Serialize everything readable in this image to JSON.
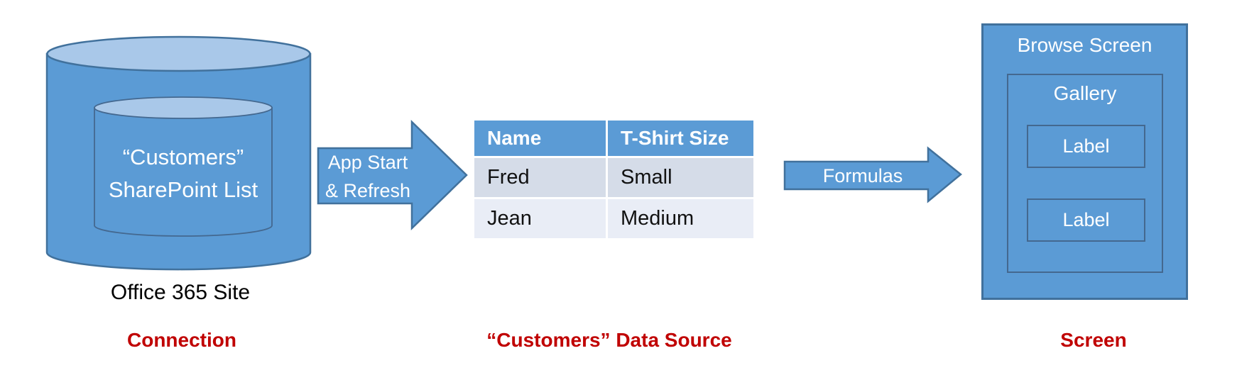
{
  "colors": {
    "shape_fill": "#5b9bd5",
    "shape_stroke": "#41719c",
    "cylinder_top_fill": "#a9c8e9",
    "table_header_bg": "#5b9bd5",
    "table_row1_bg": "#d5dce8",
    "table_row2_bg": "#e9edf6",
    "caption_red": "#c00000"
  },
  "connection": {
    "cylinder_label_line1": "“Customers”",
    "cylinder_label_line2": "SharePoint List",
    "site_label": "Office 365 Site",
    "caption": "Connection"
  },
  "arrows": {
    "app_start": {
      "line1": "App Start",
      "line2": "& Refresh"
    },
    "formulas": {
      "label": "Formulas"
    }
  },
  "data_source": {
    "table": {
      "headers": [
        "Name",
        "T-Shirt Size"
      ],
      "rows": [
        [
          "Fred",
          "Small"
        ],
        [
          "Jean",
          "Medium"
        ]
      ]
    },
    "caption": "“Customers” Data Source"
  },
  "screen": {
    "title": "Browse Screen",
    "gallery_title": "Gallery",
    "labels": [
      "Label",
      "Label"
    ],
    "caption": "Screen"
  }
}
